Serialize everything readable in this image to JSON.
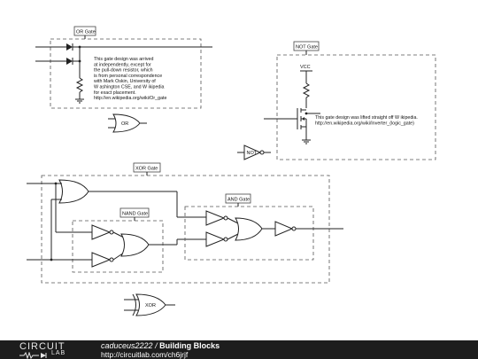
{
  "schematic": {
    "or_block": {
      "tag": "OR Gate",
      "note_lines": [
        "This gate design was arrived",
        "at independently, except for",
        "the pull-down resistor, which",
        "is from personal correspondence",
        "with Mark Oskin, University of",
        "W ashington CSE, and W ikipedia",
        "for exact placement.",
        "http://en.wikipedia.org/wiki/Or_gate"
      ]
    },
    "not_block": {
      "tag": "NOT Gate",
      "vcc_label": "VCC",
      "note_lines": [
        "This gate design was lifted straight off W ikipedia.",
        "http://en.wikipedia.org/wiki/Inverter_(logic_gate)"
      ]
    },
    "xor_block": {
      "tag": "XOR Gate"
    },
    "nand_block": {
      "tag": "NAND Gate"
    },
    "and_block": {
      "tag": "AND Gate"
    },
    "symbols": {
      "or": "OR",
      "not": "NOT",
      "xor": "XOR"
    }
  },
  "footer": {
    "logo_top": "CIRCUIT",
    "logo_bottom": "LAB",
    "author": "caduceus2222",
    "separator": " / ",
    "project": "Building Blocks",
    "url": "http://circuitlab.com/ch6jrjf"
  }
}
